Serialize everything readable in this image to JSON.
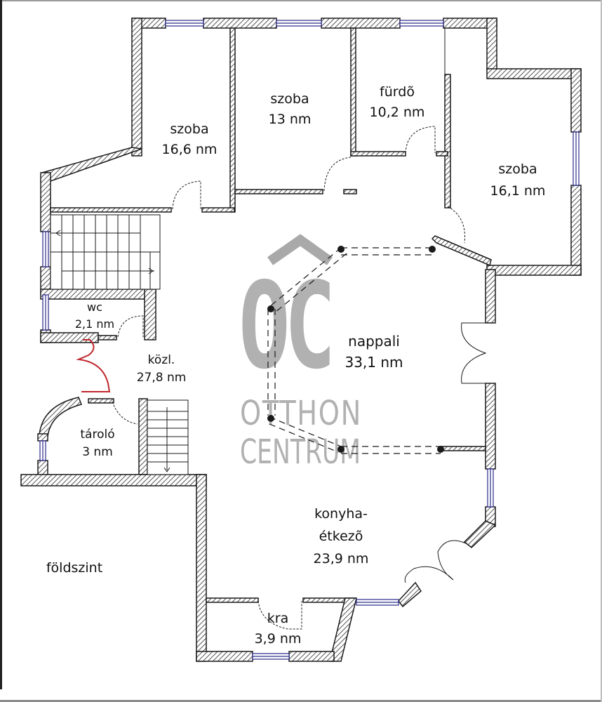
{
  "plan": {
    "floor_label": "földszint",
    "rooms": [
      {
        "id": "szoba-1",
        "name": "szoba",
        "area": "16,6 nm"
      },
      {
        "id": "szoba-2",
        "name": "szoba",
        "area": "13 nm"
      },
      {
        "id": "furdo",
        "name": "fürdõ",
        "area": "10,2 nm"
      },
      {
        "id": "szoba-3",
        "name": "szoba",
        "area": "16,1 nm"
      },
      {
        "id": "wc",
        "name": "wc",
        "area": "2,1 nm"
      },
      {
        "id": "kozl",
        "name": "közl.",
        "area": "27,8 nm"
      },
      {
        "id": "nappali",
        "name": "nappali",
        "area": "33,1 nm"
      },
      {
        "id": "tarolo",
        "name": "tároló",
        "area": "3 nm"
      },
      {
        "id": "konyha",
        "name": "konyha-",
        "name2": "étkezõ",
        "area": "23,9 nm"
      },
      {
        "id": "kamra",
        "name": "kra",
        "area": "3,9 nm"
      }
    ],
    "colors": {
      "wall": "#1a1a1a",
      "hatch": "#555555",
      "window": "#2a2a8a",
      "door_highlight": "#c0272d",
      "watermark": "#a9a9a9"
    }
  },
  "watermark": {
    "logo": "OC",
    "line1": "OTTHON",
    "line2": "CENTRUM"
  }
}
